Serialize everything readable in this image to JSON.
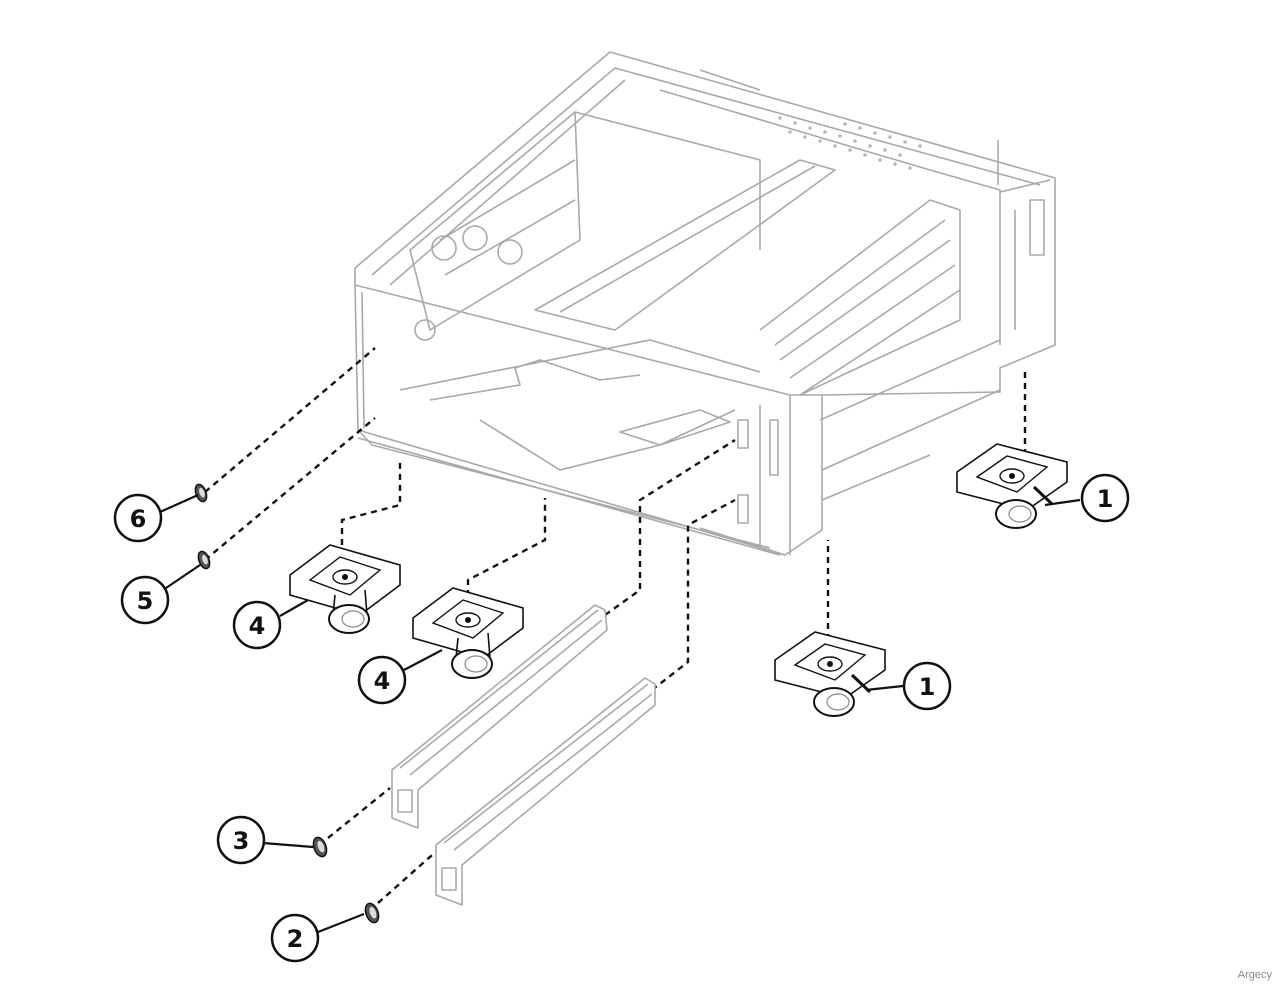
{
  "diagram": {
    "type": "exploded-parts-view",
    "line_color": "#a9a9a9",
    "dark_color": "#111111",
    "callouts": [
      {
        "id": "c1a",
        "label": "1"
      },
      {
        "id": "c1b",
        "label": "1"
      },
      {
        "id": "c2",
        "label": "2"
      },
      {
        "id": "c3",
        "label": "3"
      },
      {
        "id": "c4a",
        "label": "4"
      },
      {
        "id": "c4b",
        "label": "4"
      },
      {
        "id": "c5",
        "label": "5"
      },
      {
        "id": "c6",
        "label": "6"
      }
    ]
  },
  "watermark": "Argecy"
}
